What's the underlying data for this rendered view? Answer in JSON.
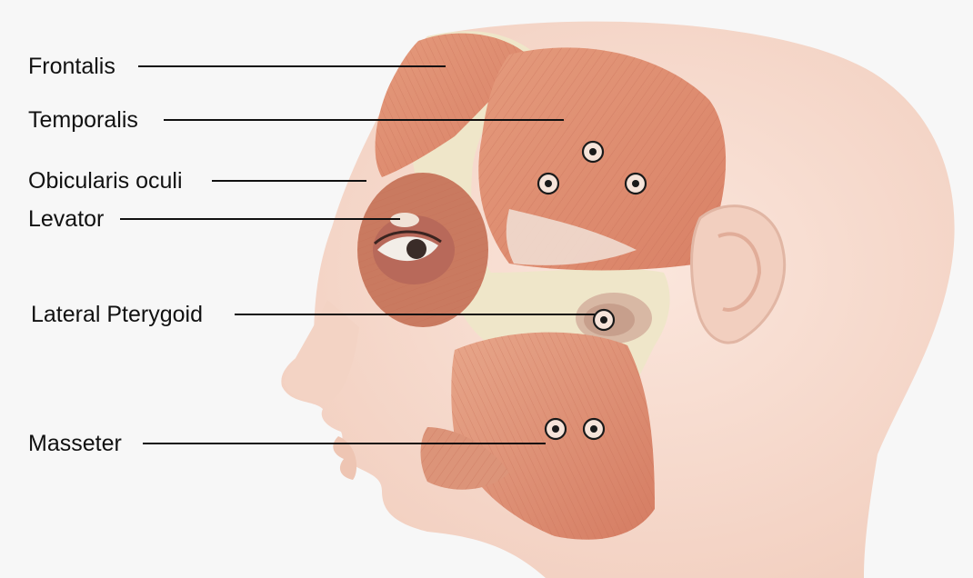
{
  "diagram": {
    "labels": {
      "frontalis": "Frontalis",
      "temporalis": "Temporalis",
      "orbicularis": "Obicularis oculi",
      "levator": "Levator",
      "pterygoid": "Lateral Pterygoid",
      "masseter": "Masseter"
    },
    "injection_point_count": 6
  },
  "colors": {
    "background": "#f7f7f7",
    "skin": "#f6ddd2",
    "muscle": "#e8a486",
    "muscle_dark": "#c9735a",
    "bone": "#efe6c9",
    "leader_line": "#111111",
    "marker": "#1a1a1a"
  }
}
